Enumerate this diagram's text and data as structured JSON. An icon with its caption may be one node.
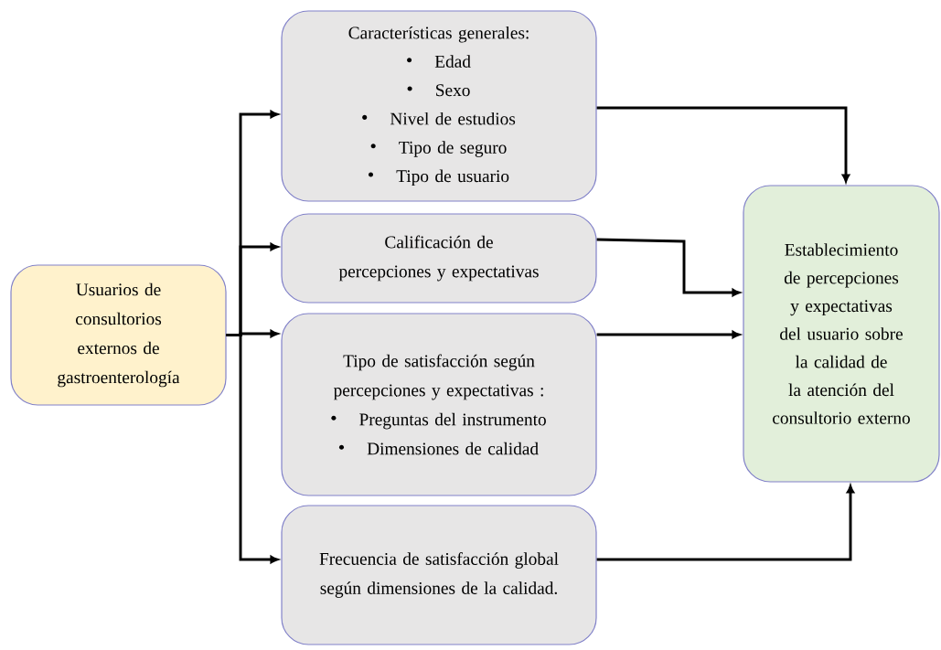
{
  "diagram": {
    "nodes": [
      {
        "text": [
          "Usuarios de consultorios externos de gastroenterología"
        ]
      },
      {
        "text": [
          "Características generales:",
          "Edad",
          "Sexo",
          "Nivel de estudios",
          "Tipo de seguro",
          "Tipo de usuario"
        ]
      },
      {
        "text": [
          "Calificación de percepciones y expectativas"
        ]
      },
      {
        "text": [
          "Tipo de satisfacción  según percepciones y expectativas :",
          "Preguntas del instrumento",
          "Dimensiones de calidad"
        ]
      },
      {
        "text": [
          "Frecuencia de satisfacción global según dimensiones de la calidad."
        ]
      },
      {
        "text": [
          "Establecimiento de  percepciones y expectativas del usuario sobre la calidad de la atención del consultorio externo"
        ]
      }
    ],
    "edges": [
      {
        "from": 0,
        "to": 1,
        "arrow": "to"
      },
      {
        "from": 0,
        "to": 2,
        "arrow": "to"
      },
      {
        "from": 0,
        "to": 3,
        "arrow": "to"
      },
      {
        "from": 0,
        "to": 4,
        "arrow": "to"
      },
      {
        "from": 1,
        "to": 5,
        "arrow": "to"
      },
      {
        "from": 2,
        "to": 5,
        "arrow": "to"
      },
      {
        "from": 3,
        "to": 5,
        "arrow": "to"
      },
      {
        "from": 4,
        "to": 5,
        "arrow": "to"
      }
    ]
  }
}
